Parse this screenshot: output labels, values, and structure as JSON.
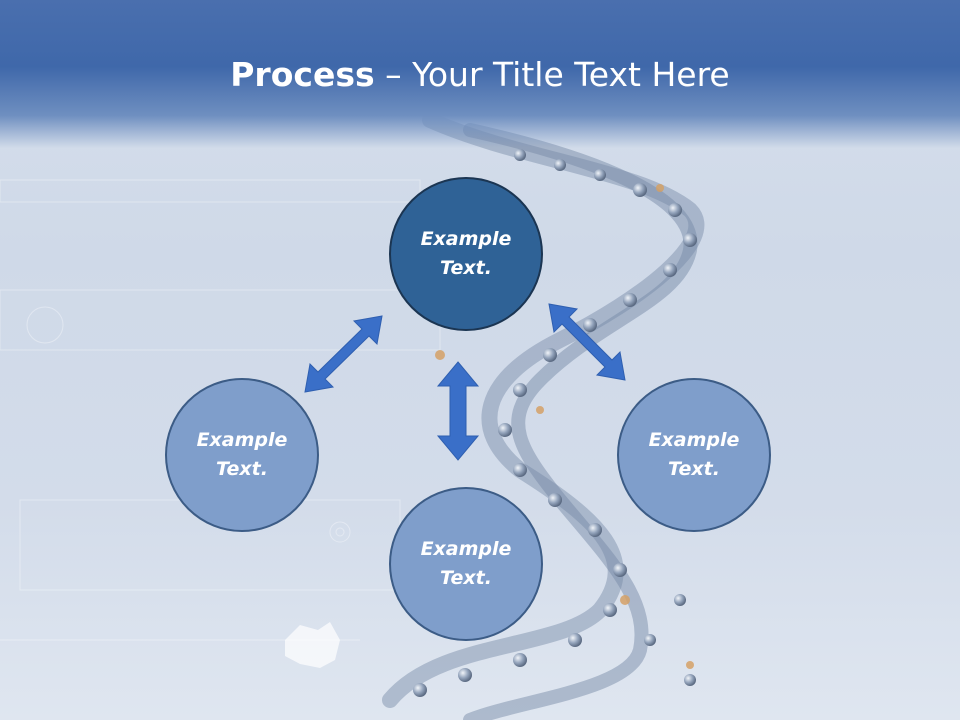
{
  "title": {
    "bold": "Process",
    "rest": " – Your Title Text Here"
  },
  "nodes": {
    "top": "Example Text.",
    "left": "Example Text.",
    "right": "Example Text.",
    "bottom": "Example Text."
  },
  "colors": {
    "header": "#3f68aa",
    "circle_dark": "#2f6296",
    "circle_light": "#7f9ecb",
    "arrow": "#3a6fc8"
  }
}
